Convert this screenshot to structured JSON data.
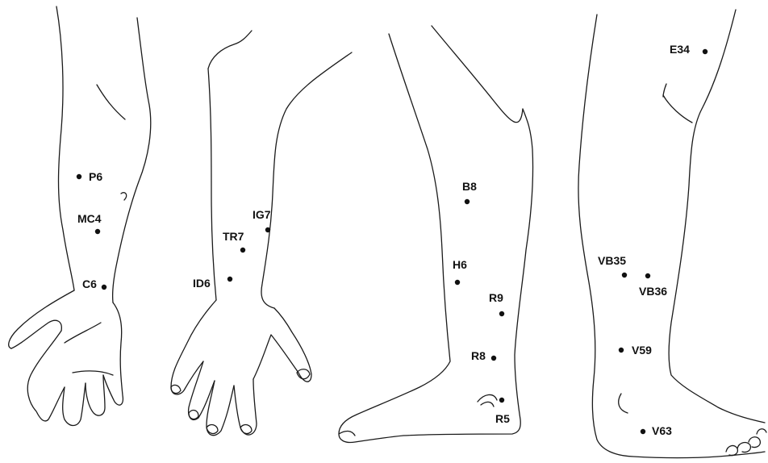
{
  "points": [
    {
      "id": "p6",
      "label": "P6"
    },
    {
      "id": "mc4",
      "label": "MC4"
    },
    {
      "id": "c6",
      "label": "C6"
    },
    {
      "id": "ig7",
      "label": "IG7"
    },
    {
      "id": "tr7",
      "label": "TR7"
    },
    {
      "id": "id6",
      "label": "ID6"
    },
    {
      "id": "b8",
      "label": "B8"
    },
    {
      "id": "h6",
      "label": "H6"
    },
    {
      "id": "r9",
      "label": "R9"
    },
    {
      "id": "r8",
      "label": "R8"
    },
    {
      "id": "r5",
      "label": "R5"
    },
    {
      "id": "e34",
      "label": "E34"
    },
    {
      "id": "vb35",
      "label": "VB35"
    },
    {
      "id": "vb36",
      "label": "VB36"
    },
    {
      "id": "v59",
      "label": "V59"
    },
    {
      "id": "v63",
      "label": "V63"
    }
  ],
  "colors": {
    "ink": "#111111",
    "background": "#ffffff"
  }
}
